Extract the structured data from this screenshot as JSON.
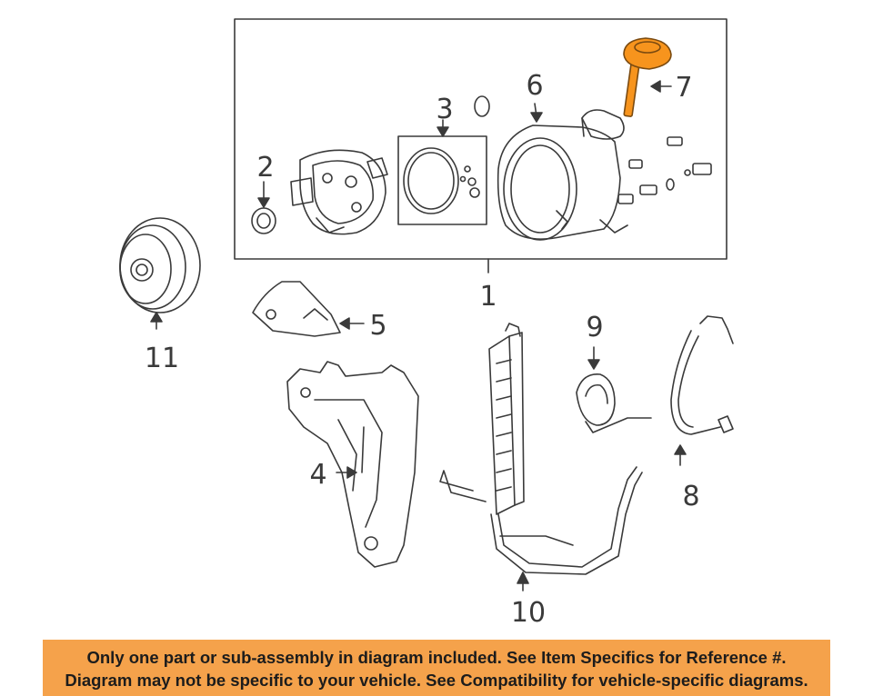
{
  "diagram": {
    "callouts": [
      {
        "id": "1",
        "label": "1"
      },
      {
        "id": "2",
        "label": "2"
      },
      {
        "id": "3",
        "label": "3"
      },
      {
        "id": "4",
        "label": "4"
      },
      {
        "id": "5",
        "label": "5"
      },
      {
        "id": "6",
        "label": "6"
      },
      {
        "id": "7",
        "label": "7"
      },
      {
        "id": "8",
        "label": "8"
      },
      {
        "id": "9",
        "label": "9"
      },
      {
        "id": "10",
        "label": "10"
      },
      {
        "id": "11",
        "label": "11"
      }
    ],
    "highlight_part": "7",
    "colors": {
      "line": "#3a3a3a",
      "highlight_fill": "#f7941d",
      "highlight_stroke": "#7a4a10",
      "banner_bg": "#f5a24b",
      "banner_text": "#1c1c1c"
    }
  },
  "notice": {
    "line1": "Only one part or sub-assembly in diagram included. See Item Specifics for Reference #.",
    "line2": "Diagram may not be specific to your vehicle. See Compatibility for vehicle-specific diagrams."
  }
}
